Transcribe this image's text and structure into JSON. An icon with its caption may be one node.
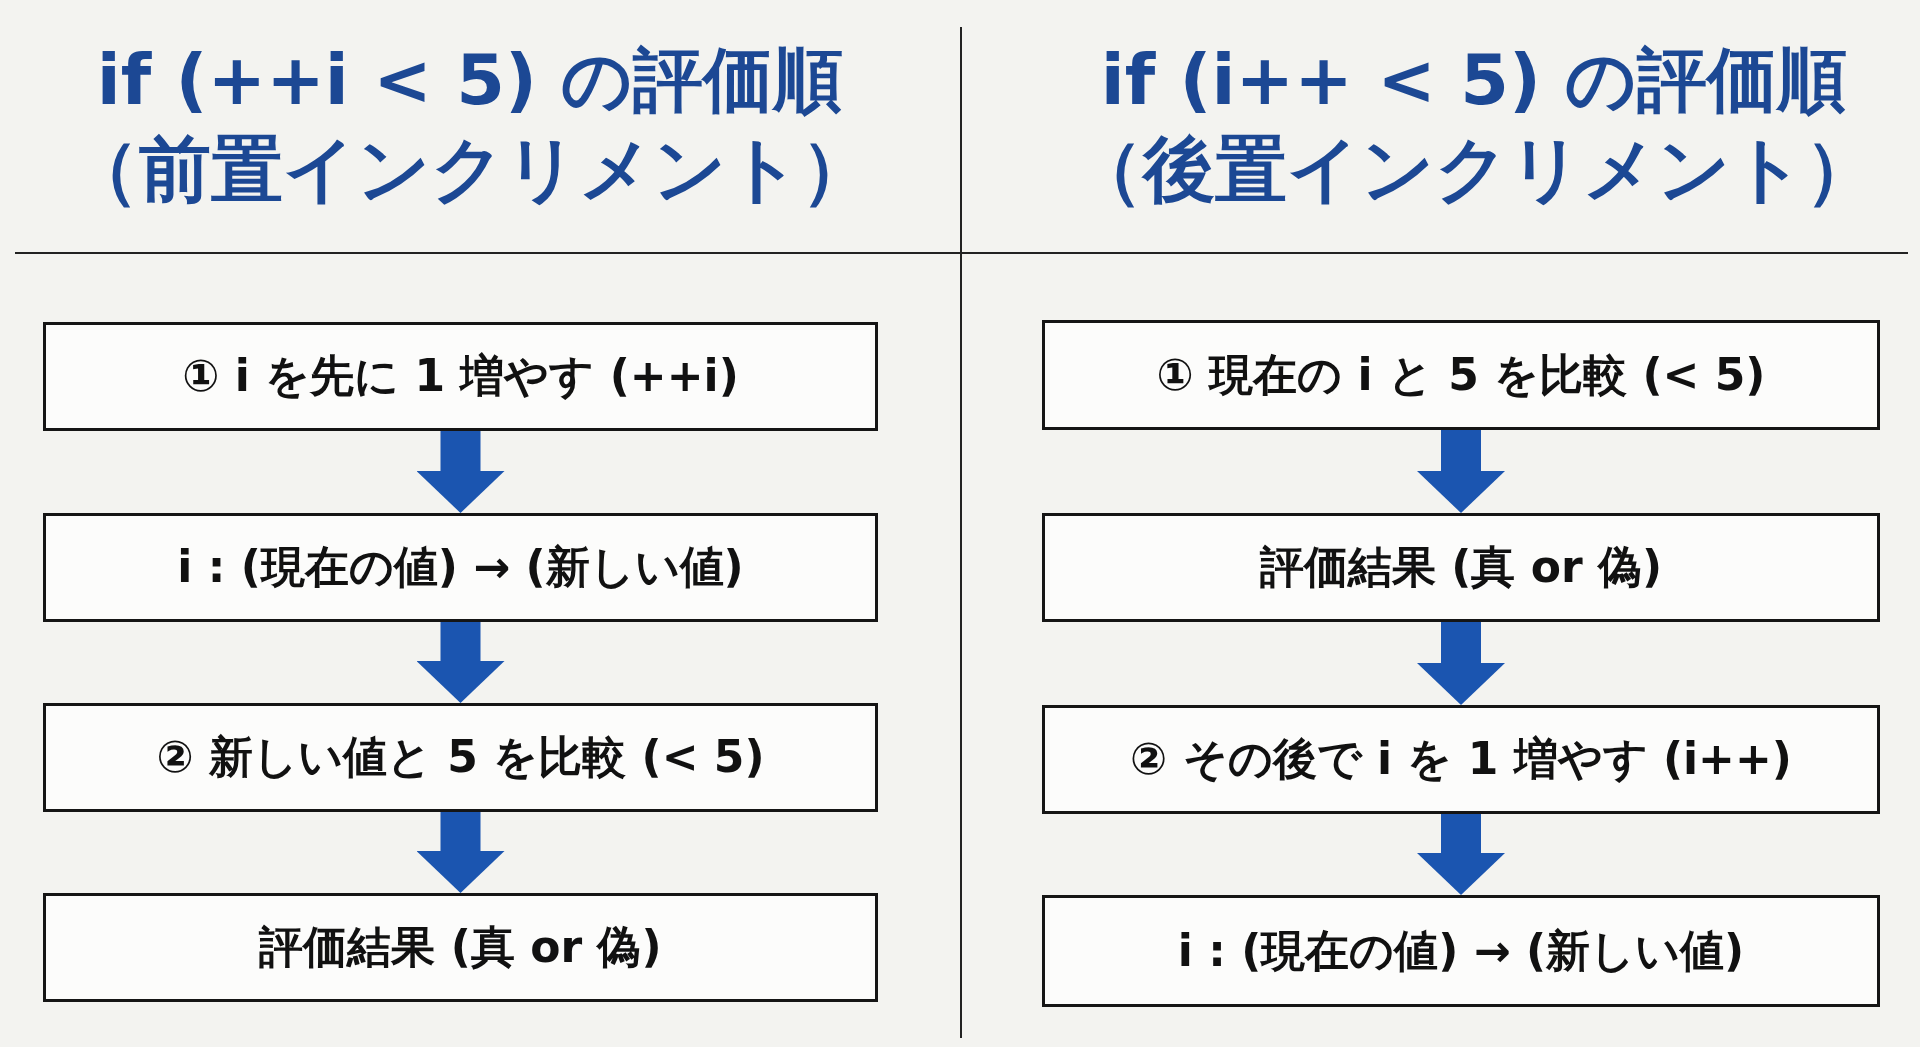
{
  "diagram": {
    "nodes": [
      {
        "text": [
          "① i を先に 1 増やす (++i)"
        ]
      },
      {
        "text": [
          "i : (現在の値) → (新しい値)"
        ]
      },
      {
        "text": [
          "② 新しい値と 5 を比較 (< 5)"
        ]
      },
      {
        "text": [
          "評価結果 (真 or 偽)"
        ]
      },
      {
        "text": [
          "① 現在の i と 5 を比較 (< 5)"
        ]
      },
      {
        "text": [
          "評価結果 (真 or 偽)"
        ]
      },
      {
        "text": [
          "② その後で i を 1 増やす (i++)"
        ]
      },
      {
        "text": [
          "i : (現在の値) → (新しい値)"
        ]
      }
    ],
    "edges": [
      {
        "from": 0,
        "to": 1,
        "arrow": "to"
      },
      {
        "from": 1,
        "to": 2,
        "arrow": "to"
      },
      {
        "from": 2,
        "to": 3,
        "arrow": "to"
      },
      {
        "from": 4,
        "to": 5,
        "arrow": "to"
      },
      {
        "from": 5,
        "to": 6,
        "arrow": "to"
      },
      {
        "from": 6,
        "to": 7,
        "arrow": "to"
      }
    ],
    "labels": [
      "if (++i < 5) の評価順",
      "（前置インクリメント）",
      "if (i++ < 5) の評価順",
      "（後置インクリメント）"
    ]
  }
}
